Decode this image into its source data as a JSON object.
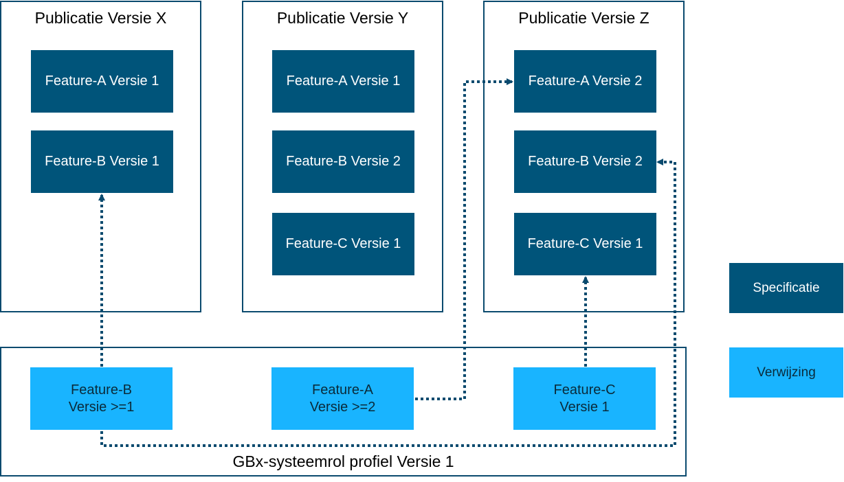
{
  "publications": [
    {
      "title": "Publicatie Versie X",
      "features": [
        "Feature-A Versie 1",
        "Feature-B Versie 1"
      ]
    },
    {
      "title": "Publicatie Versie Y",
      "features": [
        "Feature-A Versie 1",
        "Feature-B Versie 2",
        "Feature-C Versie 1"
      ]
    },
    {
      "title": "Publicatie Versie Z",
      "features": [
        "Feature-A Versie 2",
        "Feature-B Versie 2",
        "Feature-C Versie 1"
      ]
    }
  ],
  "profile": {
    "title": "GBx-systeemrol  profiel Versie 1",
    "references": [
      {
        "line1": "Feature-B",
        "line2": "Versie >=1"
      },
      {
        "line1": "Feature-A",
        "line2": "Versie >=2"
      },
      {
        "line1": "Feature-C",
        "line2": "Versie 1"
      }
    ]
  },
  "legend": {
    "spec_label": "Specificatie",
    "ref_label": "Verwijzing"
  },
  "colors": {
    "spec": "#00547a",
    "ref": "#19b4ff",
    "border": "#0a4a6e",
    "arrow": "#0a4a6e"
  }
}
